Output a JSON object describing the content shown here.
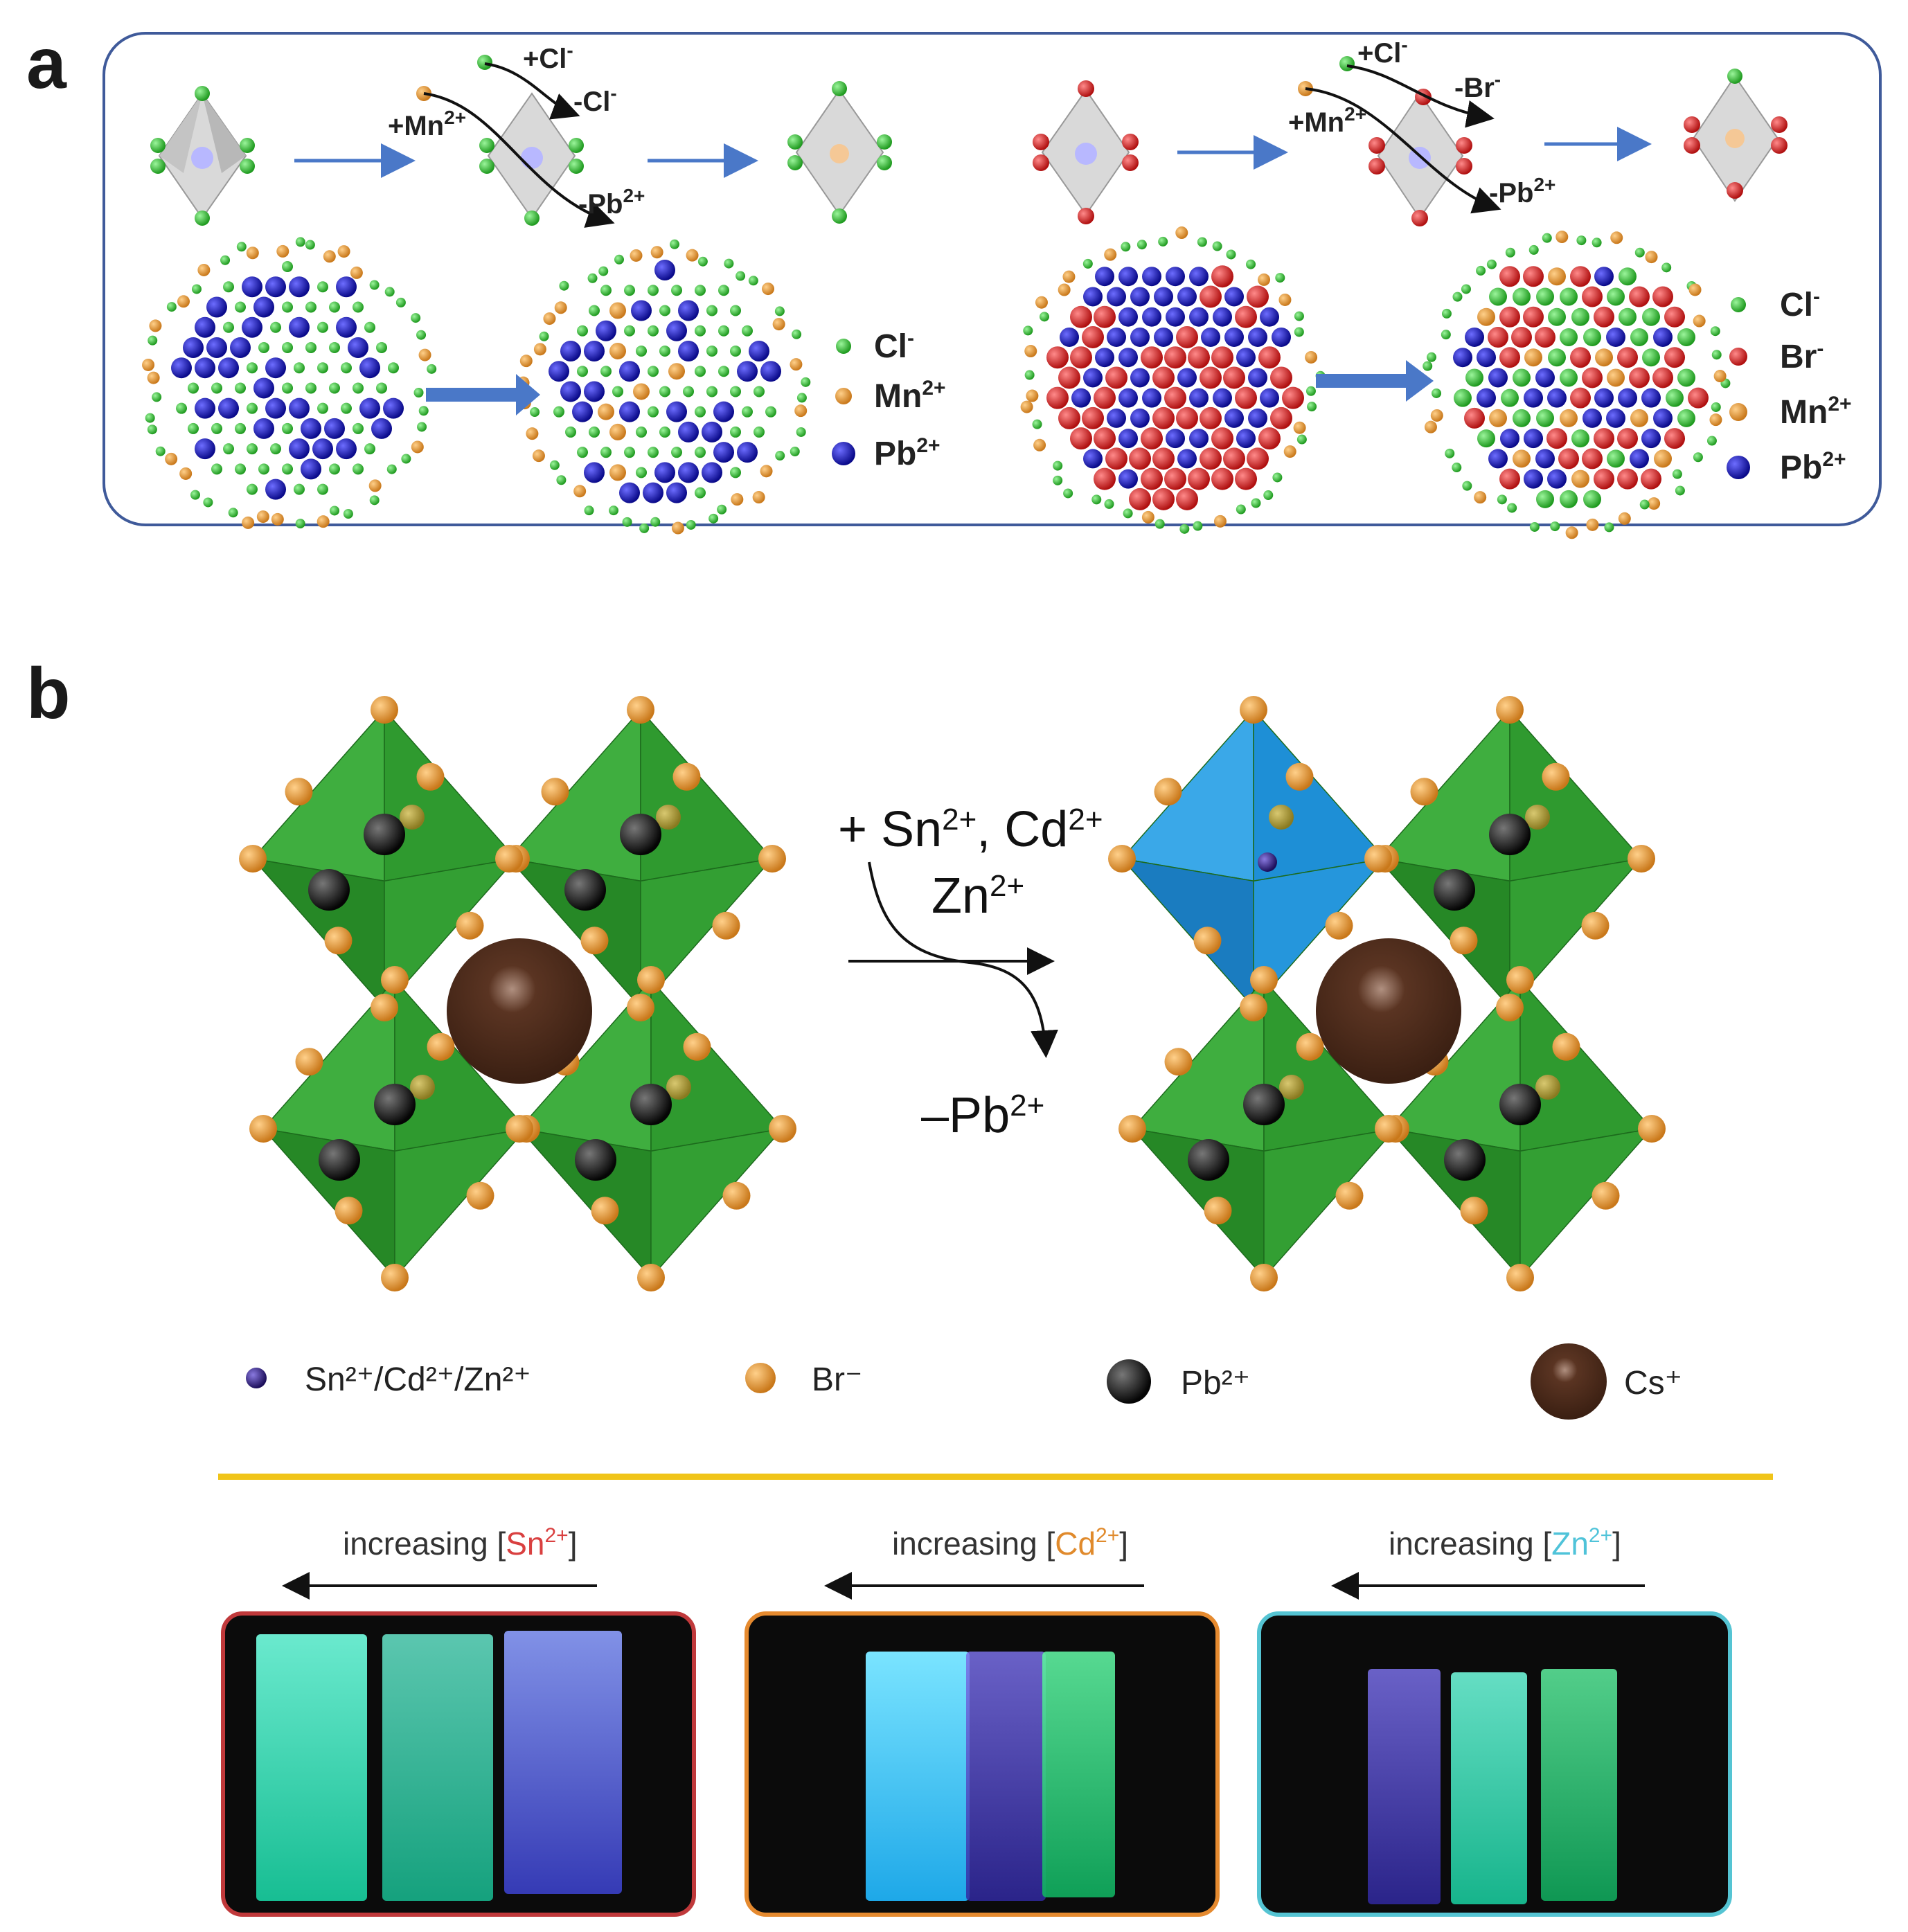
{
  "panels": {
    "a": {
      "letter": "a",
      "left": {
        "arrow_labels": {
          "add_mn": "+Mn",
          "add_cl": "+Cl",
          "remove_cl": "-Cl",
          "remove_pb": "-Pb"
        },
        "legend": [
          {
            "ion": "Cl",
            "charge": "-",
            "color": "#35c735"
          },
          {
            "ion": "Mn",
            "charge": "2+",
            "color": "#d98b1e"
          },
          {
            "ion": "Pb",
            "charge": "2+",
            "color": "#1a1aa8"
          }
        ]
      },
      "right": {
        "arrow_labels": {
          "add_mn": "+Mn",
          "add_cl": "+Cl",
          "remove_br": "-Br",
          "remove_pb": "-Pb"
        },
        "legend": [
          {
            "ion": "Cl",
            "charge": "-",
            "color": "#35c735"
          },
          {
            "ion": "Br",
            "charge": "-",
            "color": "#d01818"
          },
          {
            "ion": "Mn",
            "charge": "2+",
            "color": "#d98b1e"
          },
          {
            "ion": "Pb",
            "charge": "2+",
            "color": "#1a1aa8"
          }
        ]
      },
      "charges": {
        "mn": "2+",
        "cl": "-",
        "br": "-",
        "pb": "2+"
      }
    },
    "b": {
      "letter": "b",
      "reaction": {
        "add_line1": "+ Sn",
        "add_line1_b": ", Cd",
        "add_line2": "Zn",
        "remove": "–Pb",
        "charge": "2+"
      },
      "legend": [
        {
          "label": "Sn²⁺/Cd²⁺/Zn²⁺",
          "color": "#2a1a6e"
        },
        {
          "label": "Br⁻",
          "color": "#e39a2c"
        },
        {
          "label": "Pb²⁺",
          "color": "#111111"
        },
        {
          "label": "Cs⁺",
          "color": "#4a2a1a"
        }
      ],
      "photos": [
        {
          "prefix": "increasing [",
          "ion": "Sn",
          "charge": "2+",
          "suffix": "]",
          "ion_color": "#d94040",
          "frame_color": "#c0393b"
        },
        {
          "prefix": "increasing [",
          "ion": "Cd",
          "charge": "2+",
          "suffix": "]",
          "ion_color": "#e08a2c",
          "frame_color": "#e58a2f"
        },
        {
          "prefix": "increasing [",
          "ion": "Zn",
          "charge": "2+",
          "suffix": "]",
          "ion_color": "#4fc3d9",
          "frame_color": "#55c4d3"
        }
      ]
    }
  },
  "colors": {
    "panel_border": "#3f5a9a",
    "divider": "#f0c419",
    "arrow_blue": "#4a78c8",
    "octa_green": "#2f9a2f",
    "octa_blue": "#1e8fd6"
  }
}
